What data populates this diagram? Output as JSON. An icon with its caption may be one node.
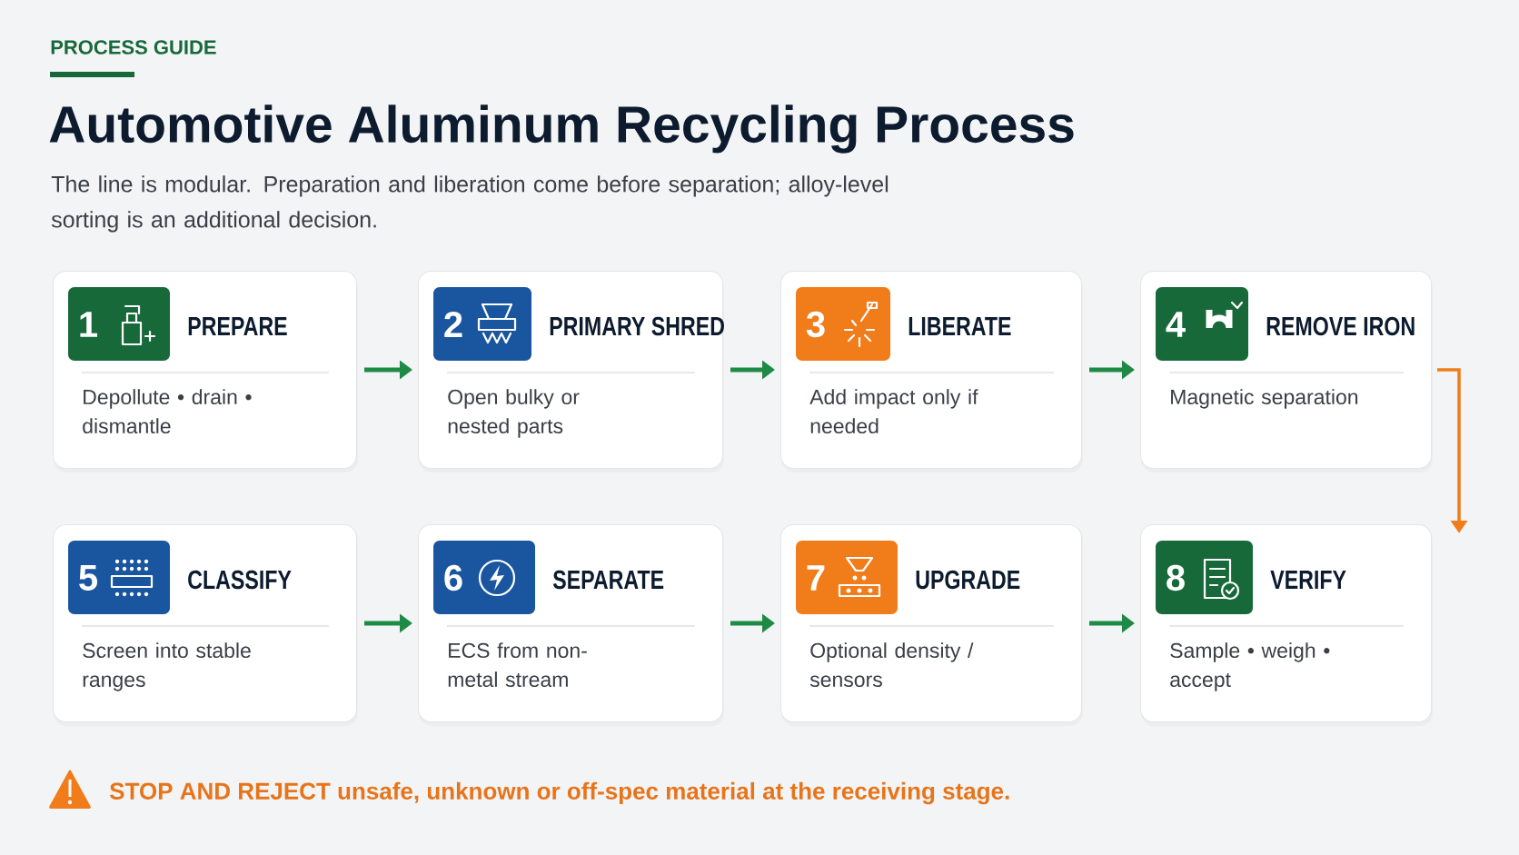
{
  "diagram": {
    "title": "Automotive Aluminum Recycling Process",
    "nodes": [
      {
        "text": [
          "1",
          "PREPARE",
          "Depollute • drain • dismantle"
        ]
      },
      {
        "text": [
          "2",
          "PRIMARY SHRED",
          "Open bulky or nested parts"
        ]
      },
      {
        "text": [
          "3",
          "LIBERATE",
          "Add impact only if needed"
        ]
      },
      {
        "text": [
          "4",
          "REMOVE IRON",
          "Magnetic separation"
        ]
      },
      {
        "text": [
          "5",
          "CLASSIFY",
          "Screen into stable ranges"
        ]
      },
      {
        "text": [
          "6",
          "SEPARATE",
          "ECS from non-metal stream"
        ]
      },
      {
        "text": [
          "7",
          "UPGRADE",
          "Optional density / sensors"
        ]
      },
      {
        "text": [
          "8",
          "VERIFY",
          "Sample • weigh • accept"
        ]
      }
    ],
    "edges": [
      {
        "from": 0,
        "to": 1,
        "arrow": "to"
      },
      {
        "from": 1,
        "to": 2,
        "arrow": "to"
      },
      {
        "from": 2,
        "to": 3,
        "arrow": "to"
      },
      {
        "from": 3,
        "to": 7,
        "arrow": "to",
        "color": "#f07c1a"
      },
      {
        "from": 4,
        "to": 5,
        "arrow": "to"
      },
      {
        "from": 5,
        "to": 6,
        "arrow": "to"
      },
      {
        "from": 6,
        "to": 7,
        "arrow": "to"
      }
    ],
    "labels": [
      "PROCESS GUIDE",
      "The line is modular. Preparation and liberation come before separation; alloy-level sorting is an additional decision.",
      "STOP AND REJECT unsafe, unknown or off-spec material at the receiving stage."
    ]
  }
}
